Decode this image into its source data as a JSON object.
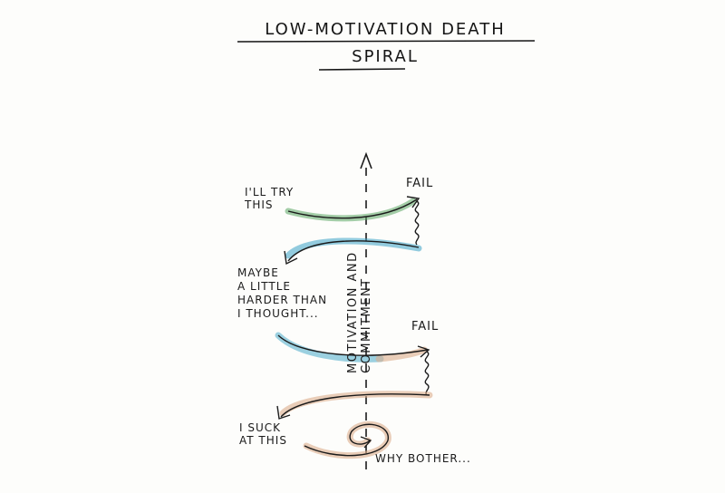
{
  "title": {
    "line1": "LOW-MOTIVATION DEATH",
    "line2": "SPIRAL"
  },
  "axis_label": {
    "line1": "MOTIVATION AND",
    "line2": "COMMITMENT"
  },
  "labels": {
    "try_this": "I'LL TRY\nTHIS",
    "fail_top": "FAIL",
    "harder": "MAYBE\nA LITTLE\nHARDER THAN\nI THOUGHT...",
    "fail_mid": "FAIL",
    "suck": "I SUCK\nAT THIS",
    "why_bother": "WHY BOTHER..."
  },
  "colors": {
    "green": "#4f9a57",
    "blue": "#3aa3c6",
    "orange": "#dcae8c",
    "ink": "#1b1b1b"
  }
}
